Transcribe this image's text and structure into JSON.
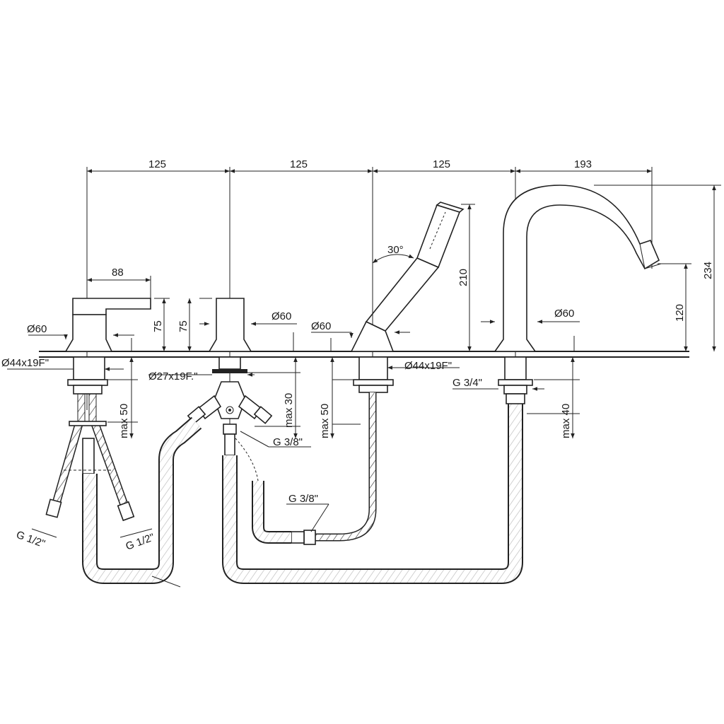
{
  "dimensions": {
    "top": [
      "125",
      "125",
      "125",
      "193"
    ],
    "dim_88": "88",
    "dim_75_a": "75",
    "dim_75_b": "75",
    "dim_210": "210",
    "dim_234": "234",
    "dim_120": "120",
    "angle_30": "30°",
    "dia60_a": "Ø60",
    "dia60_b": "Ø60",
    "dia60_c": "Ø60",
    "dia60_d": "Ø60",
    "dia44_a": "Ø44x19F\"",
    "dia44_b": "Ø44x19F\"",
    "dia27": "Ø27x19F.\"",
    "g34": "G 3/4\"",
    "g38_a": "G 3/8\"",
    "g38_b": "G 3/8\"",
    "g12_a": "G 1/2\"",
    "g12_b": "G 1/2\"",
    "max50_a": "max 50",
    "max30": "max 30",
    "max50_b": "max 50",
    "max40": "max 40"
  }
}
